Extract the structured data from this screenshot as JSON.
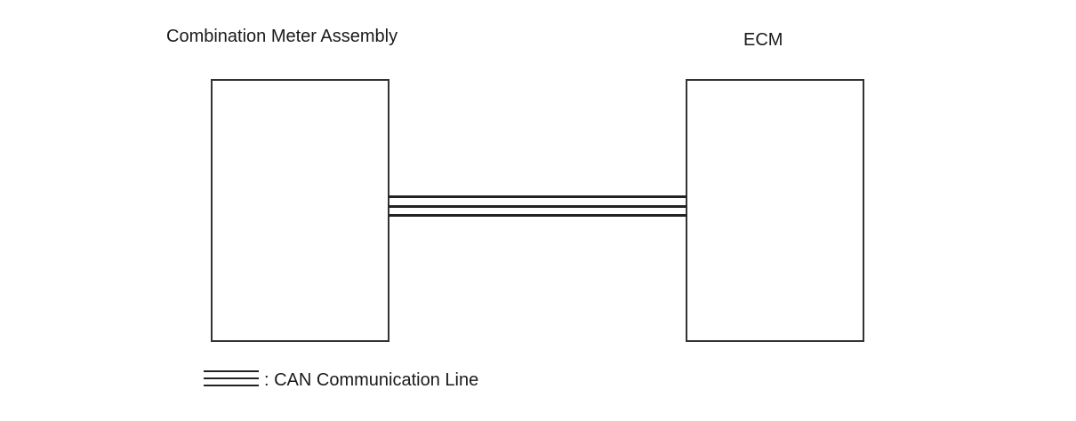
{
  "components": {
    "left": {
      "label": "Combination Meter Assembly"
    },
    "right": {
      "label": "ECM"
    }
  },
  "legend": {
    "text": ": CAN Communication Line"
  }
}
